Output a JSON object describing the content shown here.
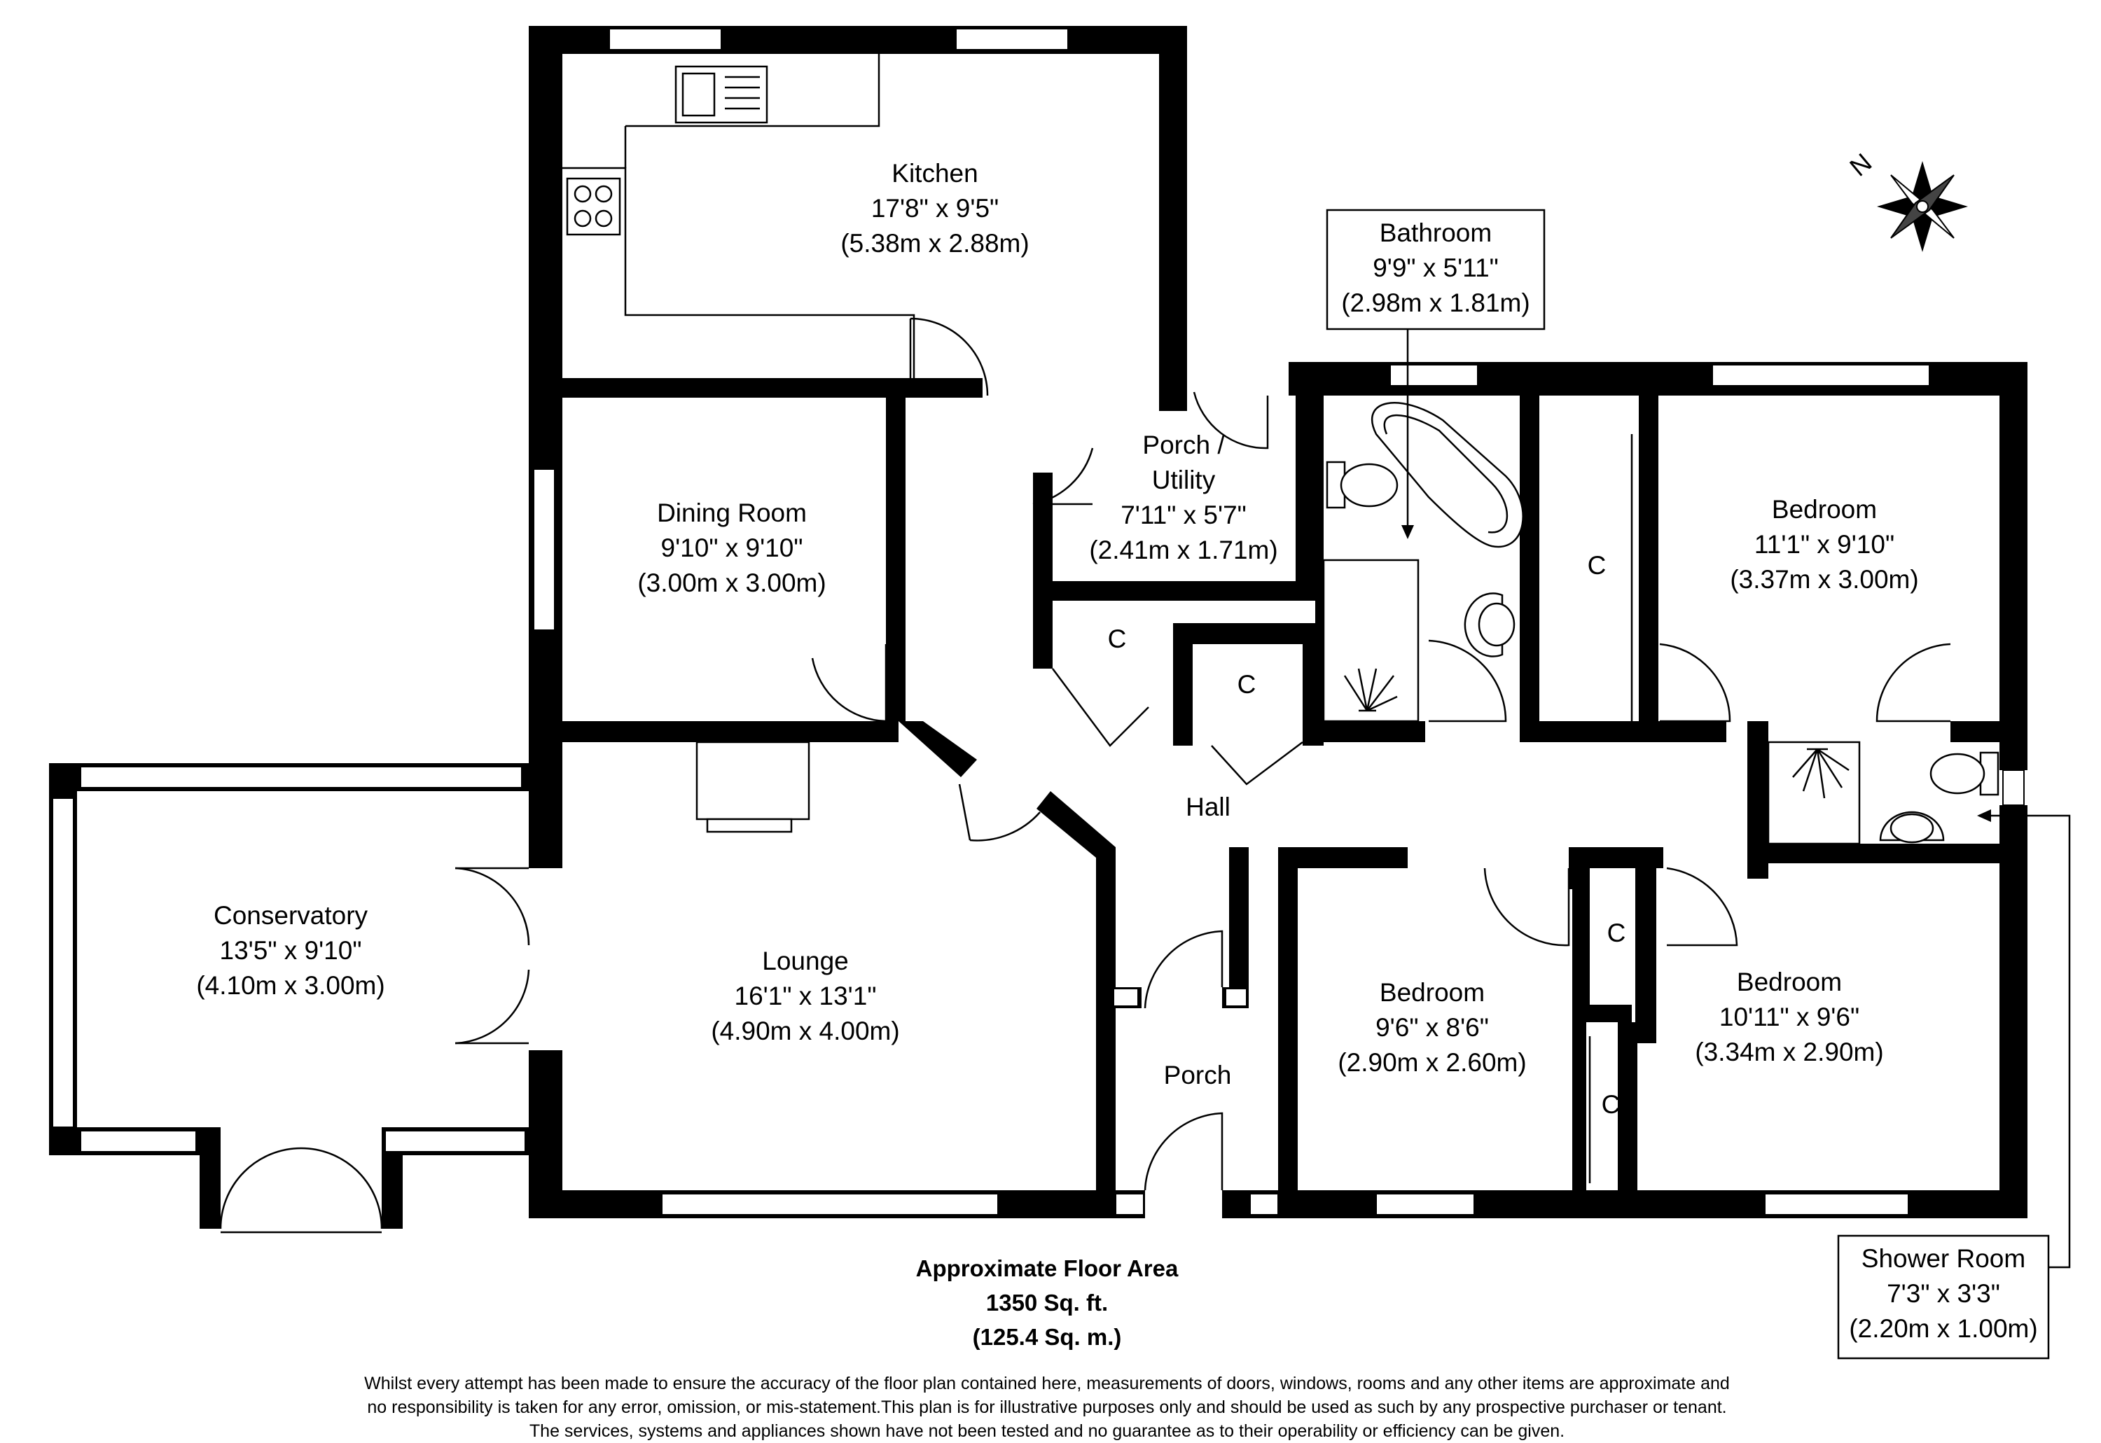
{
  "rooms": {
    "kitchen": {
      "name": "Kitchen",
      "imperial": "17'8\" x 9'5\"",
      "metric": "(5.38m x 2.88m)"
    },
    "dining": {
      "name": "Dining Room",
      "imperial": "9'10\" x 9'10\"",
      "metric": "(3.00m x 3.00m)"
    },
    "porch_utility": {
      "name_line1": "Porch /",
      "name_line2": "Utility",
      "imperial": "7'11\" x 5'7\"",
      "metric": "(2.41m x 1.71m)"
    },
    "bathroom": {
      "name": "Bathroom",
      "imperial": "9'9\" x 5'11\"",
      "metric": "(2.98m x 1.81m)"
    },
    "bedroom_ne": {
      "name": "Bedroom",
      "imperial": "11'1\" x 9'10\"",
      "metric": "(3.37m x 3.00m)"
    },
    "conservatory": {
      "name": "Conservatory",
      "imperial": "13'5\" x 9'10\"",
      "metric": "(4.10m x 3.00m)"
    },
    "lounge": {
      "name": "Lounge",
      "imperial": "16'1\" x 13'1\"",
      "metric": "(4.90m x 4.00m)"
    },
    "hall": {
      "name": "Hall"
    },
    "porch": {
      "name": "Porch"
    },
    "bedroom_s": {
      "name": "Bedroom",
      "imperial": "9'6\" x 8'6\"",
      "metric": "(2.90m x 2.60m)"
    },
    "bedroom_se": {
      "name": "Bedroom",
      "imperial": "10'11\" x 9'6\"",
      "metric": "(3.34m x 2.90m)"
    },
    "shower": {
      "name": "Shower Room",
      "imperial": "7'3\" x 3'3\"",
      "metric": "(2.20m x 1.00m)"
    }
  },
  "cupboard_label": "C",
  "compass_label": "N",
  "floor_area": {
    "title": "Approximate Floor Area",
    "sqft": "1350 Sq. ft.",
    "sqm": "(125.4 Sq. m.)"
  },
  "disclaimer": [
    "Whilst every attempt has been made to ensure the accuracy of the floor plan contained here, measurements of doors, windows, rooms and any other items are approximate and",
    "no responsibility is taken for any error, omission, or mis-statement.This plan is for illustrative purposes only and should be used as such by any prospective purchaser or tenant.",
    "The services, systems and appliances shown have not been tested and no guarantee as to their operability or efficiency can be given."
  ]
}
